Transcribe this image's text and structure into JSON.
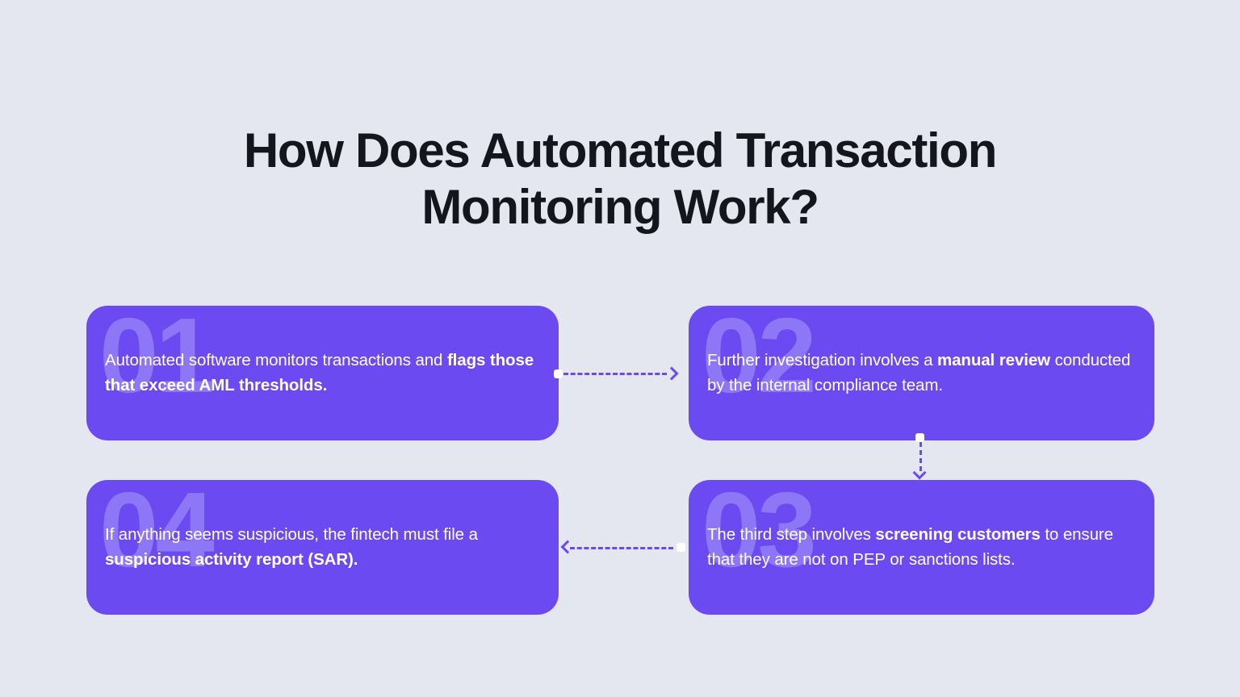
{
  "heading": "How Does Automated Transaction Monitoring Work?",
  "colors": {
    "background": "#E4E7F0",
    "card_fill": "#6C4AF2",
    "watermark": "#8E77F6",
    "heading_text": "#15151E",
    "card_text": "#FFFFFF",
    "connector": "#6C4AF2",
    "connector_node": "#FFFFFF"
  },
  "steps": [
    {
      "number": "01",
      "text_plain": "Automated software monitors transactions and flags those that exceed AML thresholds.",
      "lead": "Automated software monitors transactions and ",
      "bold": "flags those that exceed AML thresholds.",
      "tail": ""
    },
    {
      "number": "02",
      "text_plain": "Further investigation involves a manual review conducted by the internal compliance team.",
      "lead": "Further investigation involves a ",
      "bold": "manual review",
      "tail": " conducted by the internal compliance team."
    },
    {
      "number": "03",
      "text_plain": "The third step involves screening customers to ensure that they are not on PEP or sanctions lists.",
      "lead": "The third step involves ",
      "bold": "screening customers",
      "tail": " to ensure that they are not on PEP or sanctions lists."
    },
    {
      "number": "04",
      "text_plain": "If anything seems suspicious, the fintech must file a suspicious activity report (SAR).",
      "lead": "If anything seems suspicious, the fintech must file a ",
      "bold": "suspicious activity report (SAR).",
      "tail": ""
    }
  ],
  "connectors": [
    {
      "id": "step-1-to-2",
      "from": "01",
      "to": "02",
      "direction": "right",
      "style": "dashed"
    },
    {
      "id": "step-2-to-3",
      "from": "02",
      "to": "03",
      "direction": "down",
      "style": "dashed"
    },
    {
      "id": "step-3-to-4",
      "from": "03",
      "to": "04",
      "direction": "left",
      "style": "dashed"
    }
  ]
}
